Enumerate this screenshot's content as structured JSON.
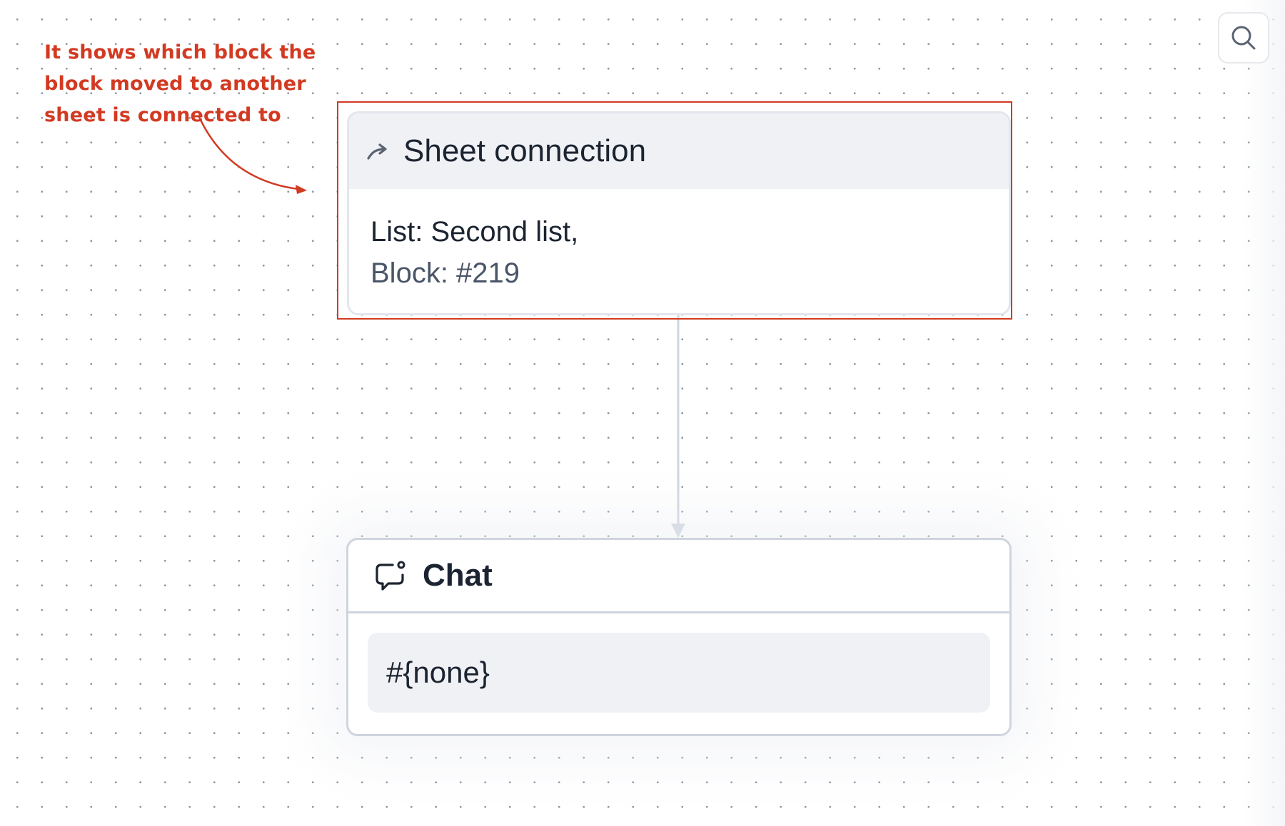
{
  "annotation": {
    "line1": "It shows which block the",
    "line2": "block moved to another",
    "line3": "sheet is connected to",
    "color": "#d23a22"
  },
  "toolbar": {
    "search_icon": "search-icon"
  },
  "sheet_node": {
    "icon": "arrow-turn-up-right-icon",
    "title": "Sheet connection",
    "list_line": "List: Second list,",
    "block_line": "Block: #219"
  },
  "chat_node": {
    "icon": "chat-bubble-icon",
    "title": "Chat",
    "message": "#{none}"
  },
  "colors": {
    "connector": "#cfd5df",
    "text_primary": "#1c2431",
    "text_secondary": "#4a5568",
    "header_bg": "#f0f1f5"
  }
}
